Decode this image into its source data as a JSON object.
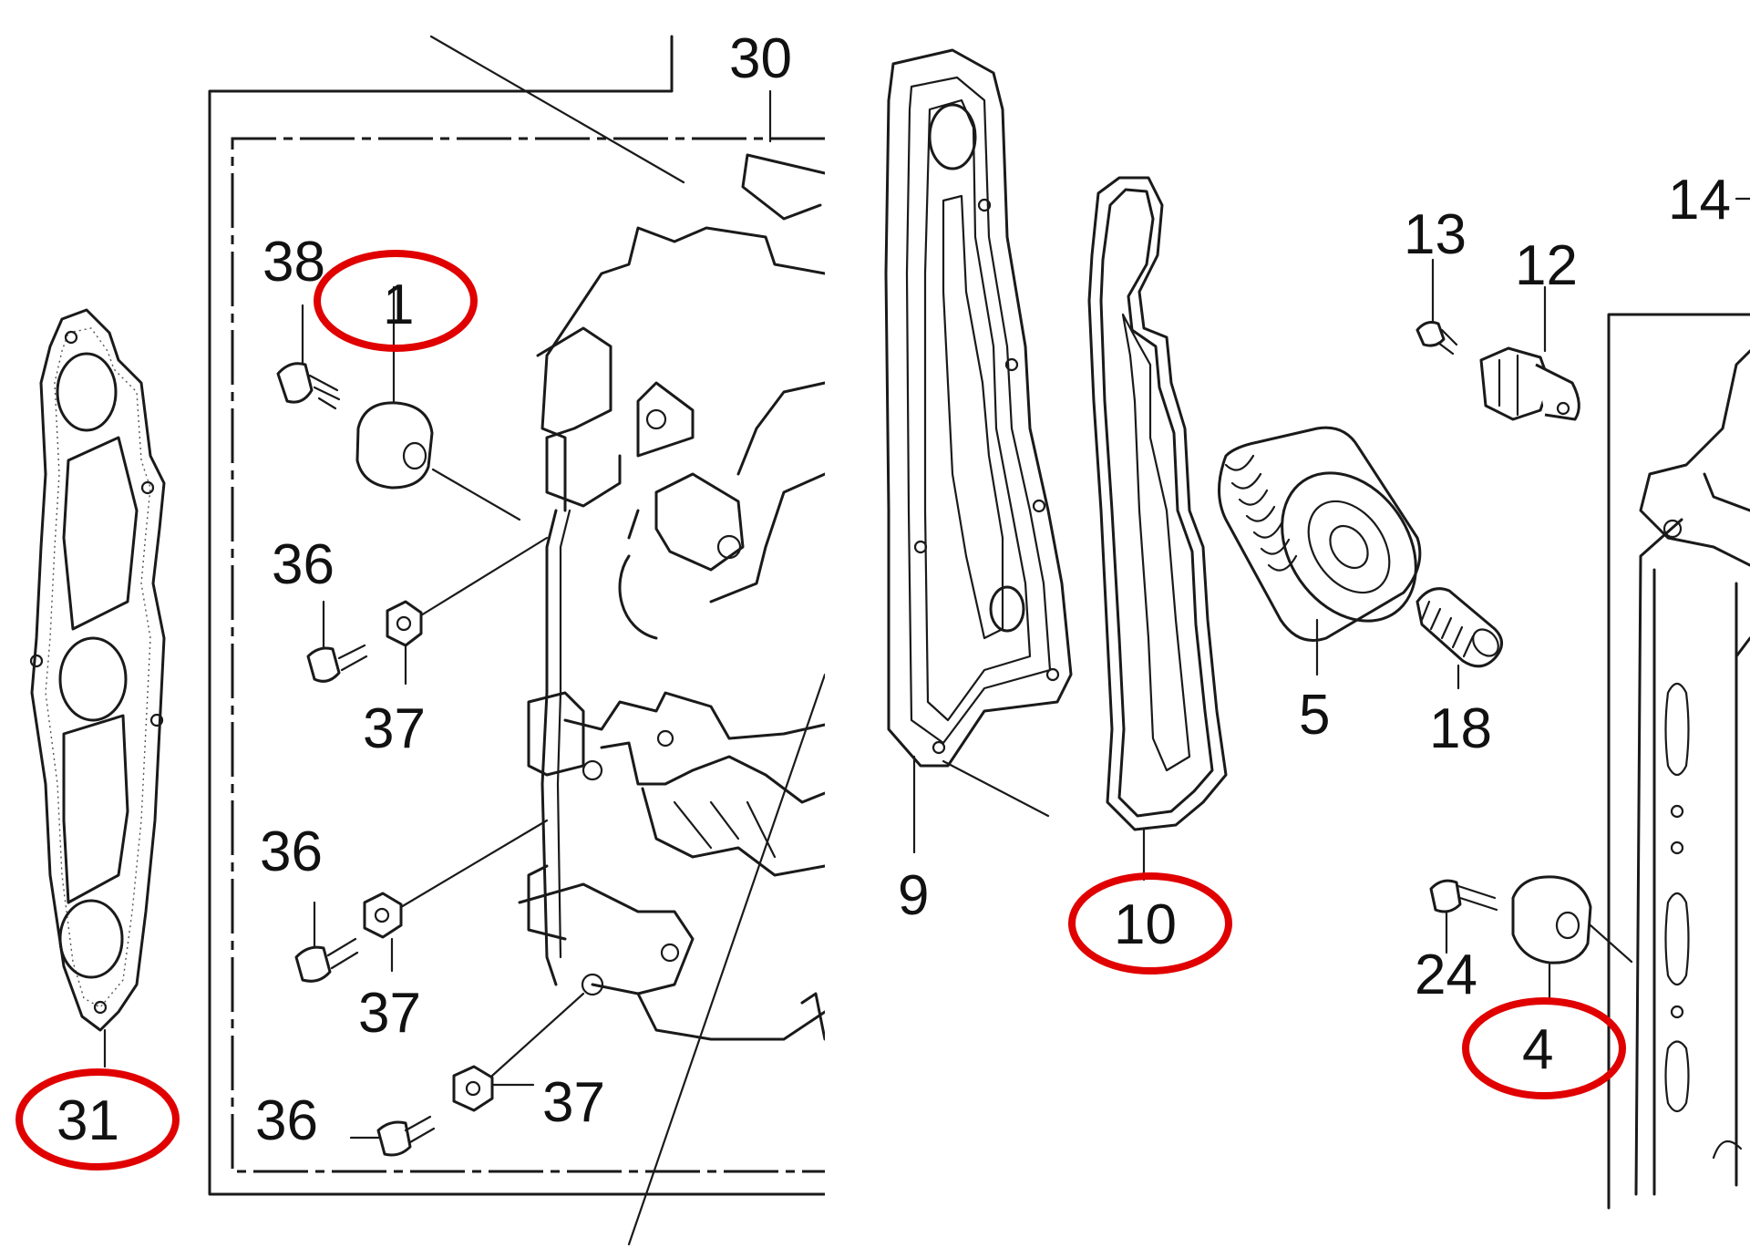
{
  "colors": {
    "highlight": "#e00000",
    "ink": "#1a1a1a",
    "background": "#ffffff"
  },
  "labels": {
    "p30": "30",
    "p38": "38",
    "p1": "1",
    "p36a": "36",
    "p37a": "37",
    "p36b": "36",
    "p37b": "37",
    "p36c": "36",
    "p37c": "37",
    "p31": "31",
    "p9": "9",
    "p10": "10",
    "p13": "13",
    "p12": "12",
    "p5": "5",
    "p18": "18",
    "p24": "24",
    "p4": "4",
    "p14": "14"
  },
  "highlighted_parts": [
    "1",
    "31",
    "10",
    "4"
  ]
}
